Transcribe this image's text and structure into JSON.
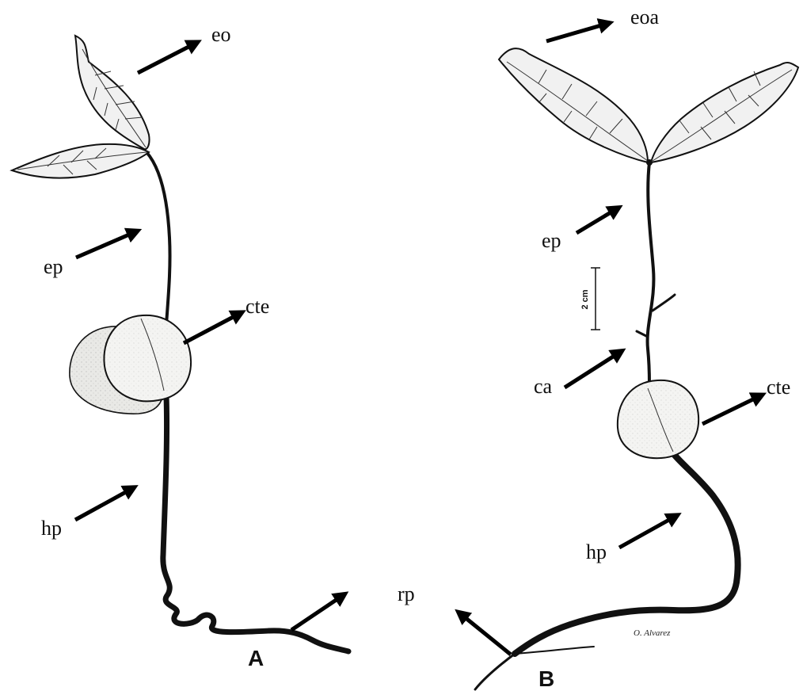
{
  "panels": {
    "a": "A",
    "b": "B"
  },
  "labels": {
    "a_eo": "eo",
    "a_ep": "ep",
    "a_cte": "cte",
    "a_hp": "hp",
    "rp": "rp",
    "b_eoa": "eoa",
    "b_ep": "ep",
    "b_ca": "ca",
    "b_cte": "cte",
    "b_hp": "hp"
  },
  "scale_bar": {
    "text": "2 cm"
  },
  "signature": "O. Alvarez"
}
